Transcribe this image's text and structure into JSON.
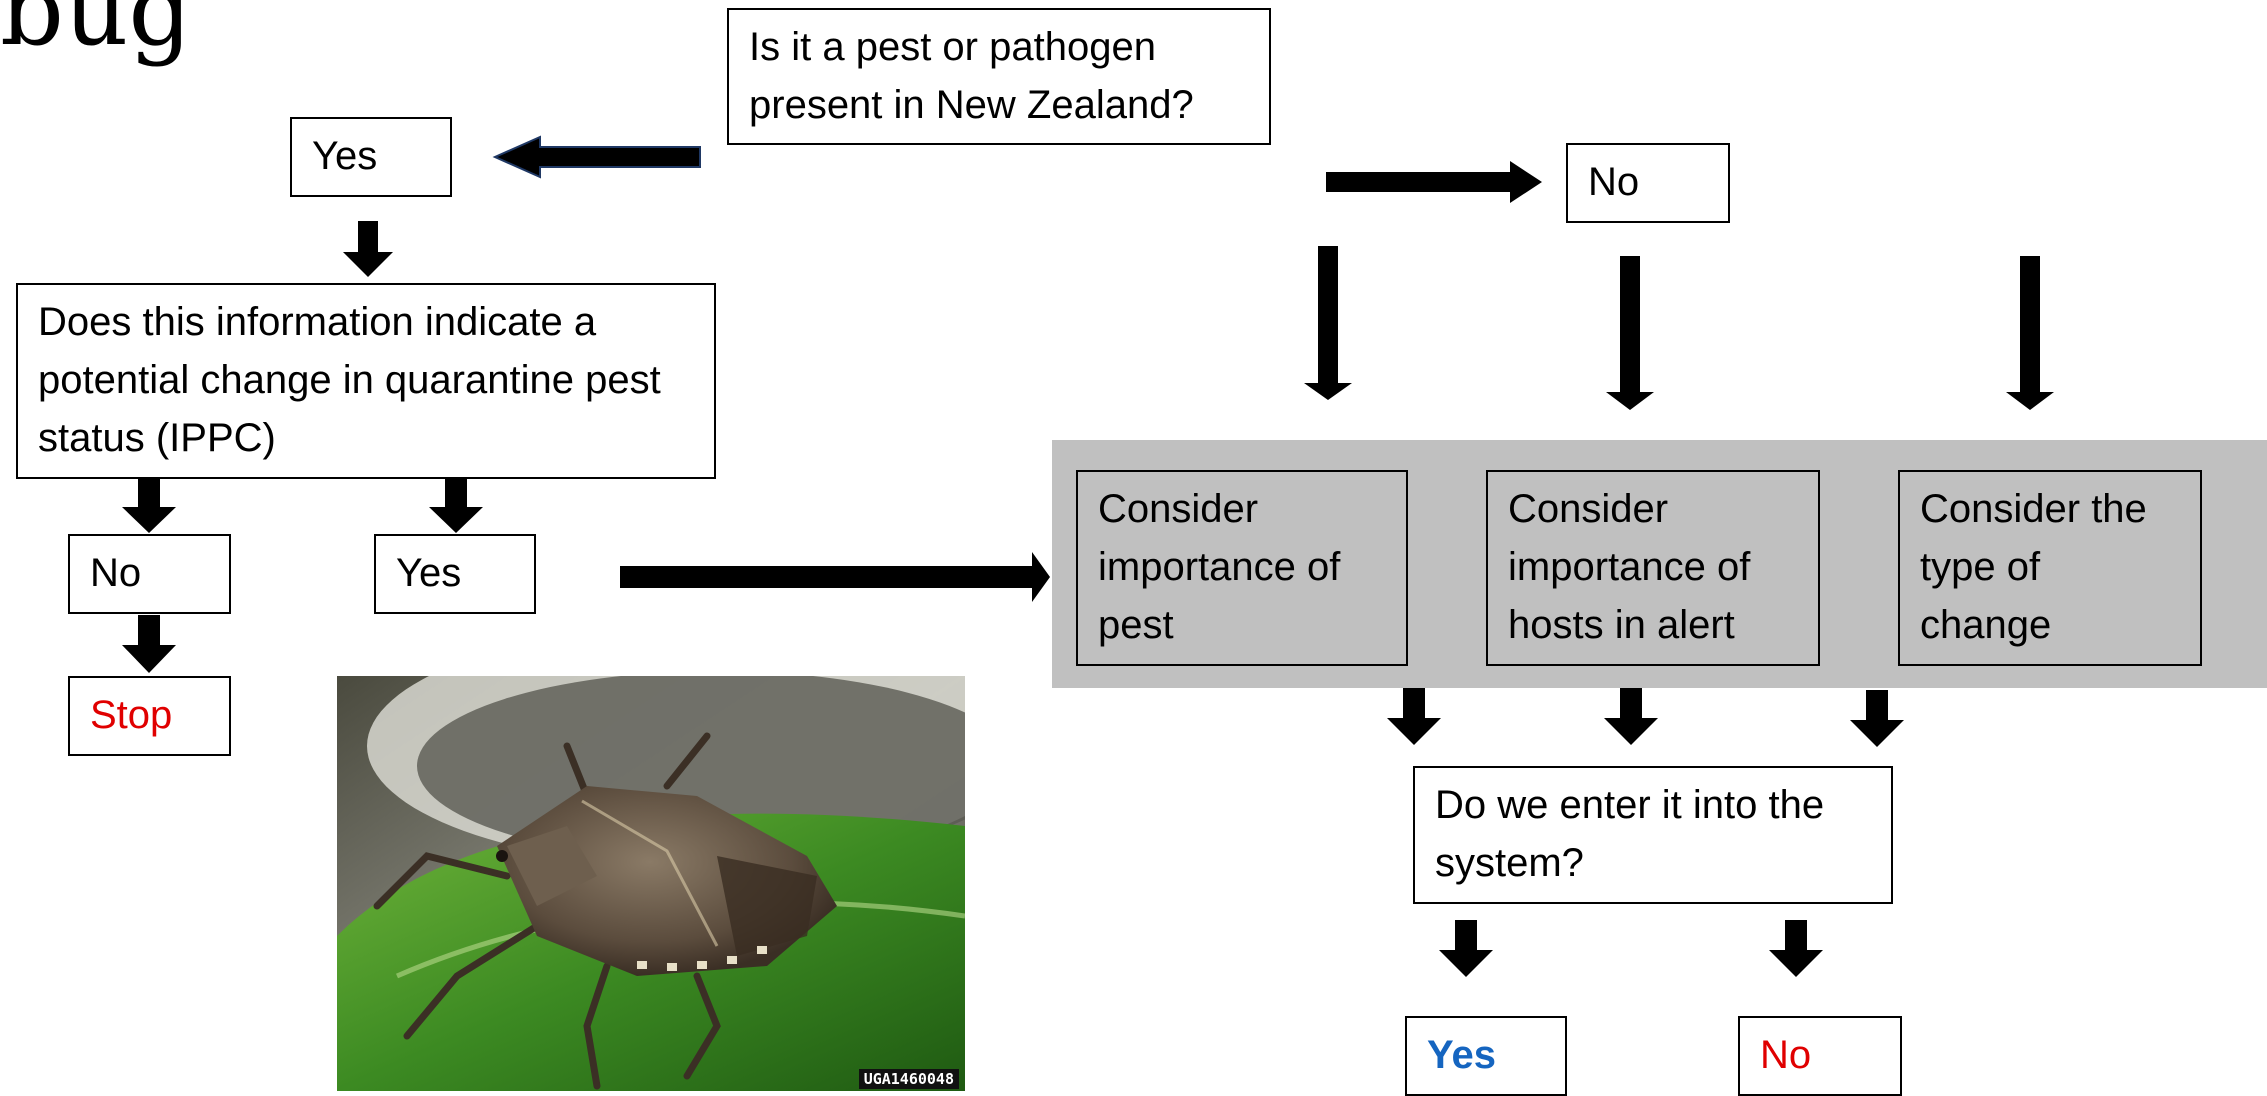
{
  "title": "bug",
  "question_top": "Is it a pest or pathogen present in New Zealand?",
  "yes_top": "Yes",
  "no_top": "No",
  "question_ippc": "Does this information indicate a potential change in quarantine pest status (IPPC)",
  "no_left": "No",
  "yes_left": "Yes",
  "stop": "Stop",
  "consider_pest": "Consider importance of pest",
  "consider_hosts": "Consider importance of hosts in alert",
  "consider_change": "Consider the type of change",
  "question_enter": "Do we enter it into the system?",
  "yes_final": "Yes",
  "no_final": "No",
  "photo_watermark": "UGA1460048",
  "colors": {
    "stop": "#e00000",
    "yes_final": "#1565c0",
    "no_final": "#e00000",
    "band": "#c0c0c0"
  }
}
